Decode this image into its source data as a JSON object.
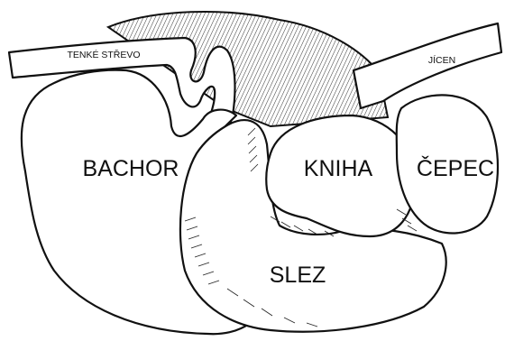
{
  "diagram": {
    "labels": {
      "small_intestine": "TENKÉ STŘEVO",
      "esophagus": "JÍCEN",
      "rumen": "BACHOR",
      "omasum": "KNIHA",
      "reticulum": "ČEPEC",
      "abomasum": "SLEZ"
    }
  }
}
